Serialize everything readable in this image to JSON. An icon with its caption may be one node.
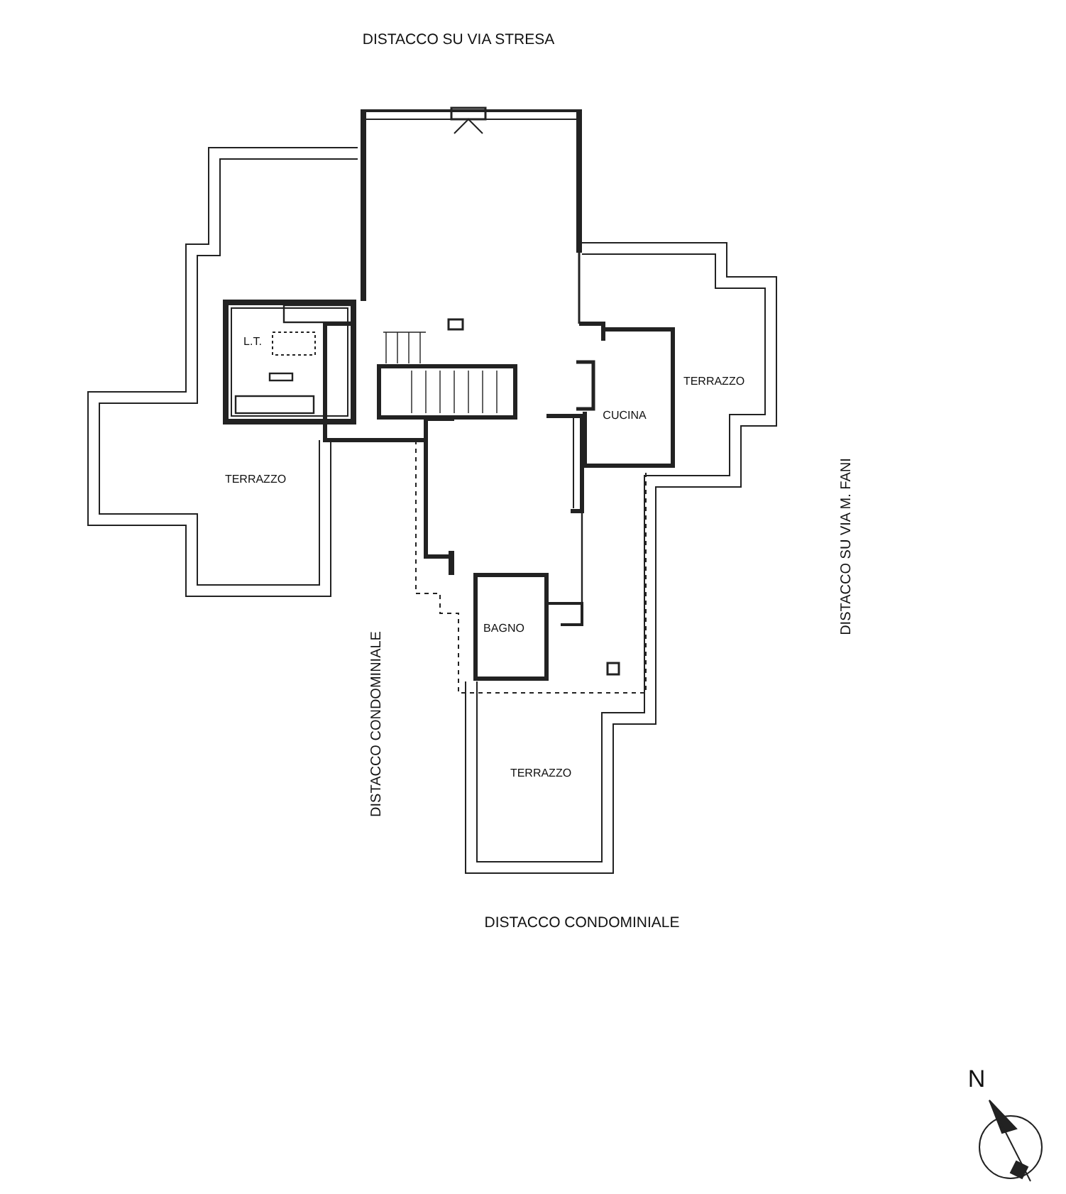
{
  "diagram": {
    "labels": [
      "DISTACCO SU VIA STRESA",
      "L.T.",
      "TERRAZZO",
      "CUCINA",
      "TERRAZZO",
      "DISTACCO SU VIA M. FANI",
      "DISTACCO CONDOMINIALE",
      "BAGNO",
      "TERRAZZO",
      "DISTACCO CONDOMINIALE",
      "N"
    ]
  }
}
